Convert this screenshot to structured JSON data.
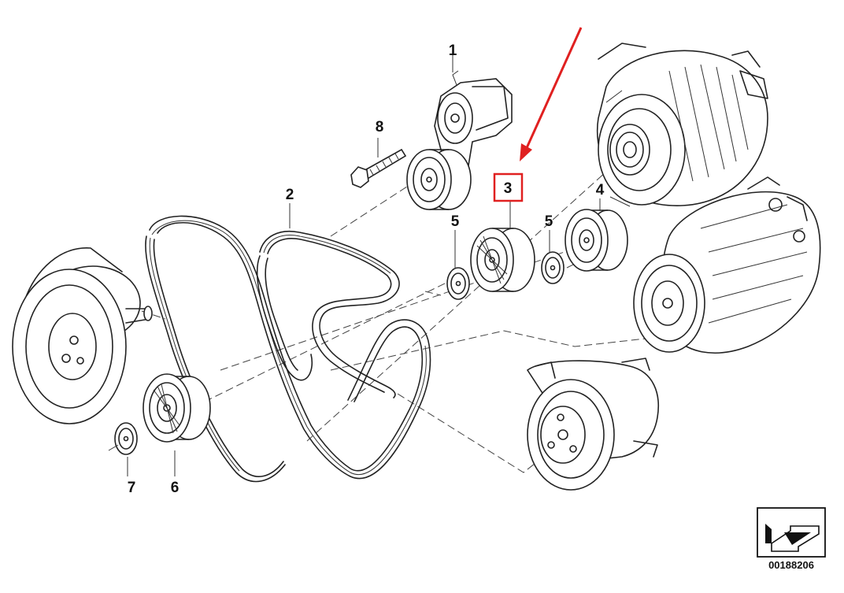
{
  "callouts": {
    "c1": "1",
    "c2": "2",
    "c3": "3",
    "c4": "4",
    "c5a": "5",
    "c5b": "5",
    "c6": "6",
    "c7": "7",
    "c8": "8"
  },
  "highlight": {
    "color": "#e02020",
    "part": "3"
  },
  "document_number": "00188206"
}
